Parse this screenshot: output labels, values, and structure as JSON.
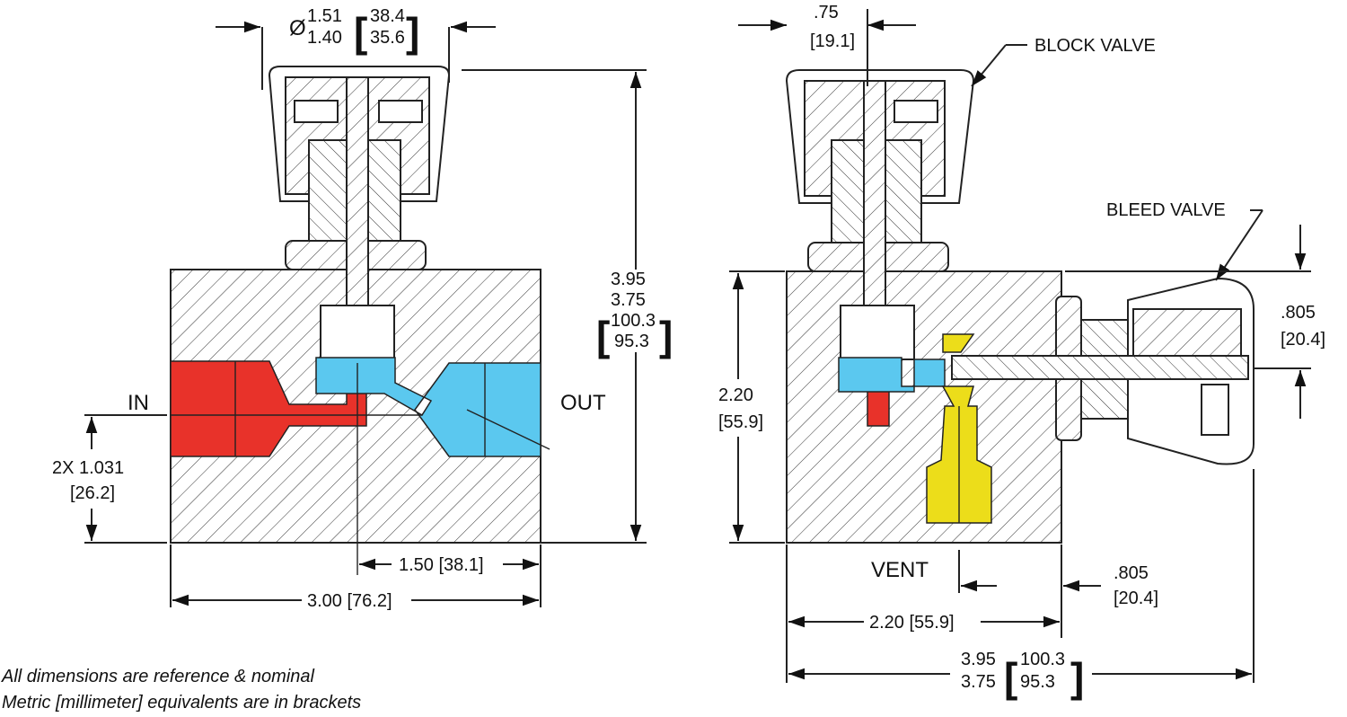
{
  "colors": {
    "inlet": "#e8322a",
    "outlet": "#5bc8ef",
    "vent": "#ecdd1a",
    "line": "#222222"
  },
  "left_view": {
    "diameter": {
      "symbol": "Ø",
      "max_in": "1.51",
      "min_in": "1.40",
      "max_mm": "38.4",
      "min_mm": "35.6"
    },
    "height": {
      "max_in": "3.95",
      "min_in": "3.75",
      "max_mm": "100.3",
      "min_mm": "95.3"
    },
    "port_height": {
      "line1": "2X 1.031",
      "line2": "[26.2]"
    },
    "center_offset": "1.50 [38.1]",
    "width": "3.00 [76.2]",
    "inlet_label": "IN",
    "outlet_label": "OUT"
  },
  "right_view": {
    "stem_offset": {
      "line1": ".75",
      "line2": "[19.1]"
    },
    "block_valve_label": "BLOCK VALVE",
    "bleed_valve_label": "BLEED VALVE",
    "bleed_height": {
      "line1": ".805",
      "line2": "[20.4]"
    },
    "body_height": {
      "line1": "2.20",
      "line2": "[55.9]"
    },
    "vent_label": "VENT",
    "vent_offset": {
      "line1": ".805",
      "line2": "[20.4]"
    },
    "body_width": "2.20 [55.9]",
    "overall": {
      "max_in": "3.95",
      "min_in": "3.75",
      "max_mm": "100.3",
      "min_mm": "95.3"
    }
  },
  "notes": {
    "line1": "All dimensions are reference & nominal",
    "line2": "Metric [millimeter] equivalents are in brackets"
  }
}
